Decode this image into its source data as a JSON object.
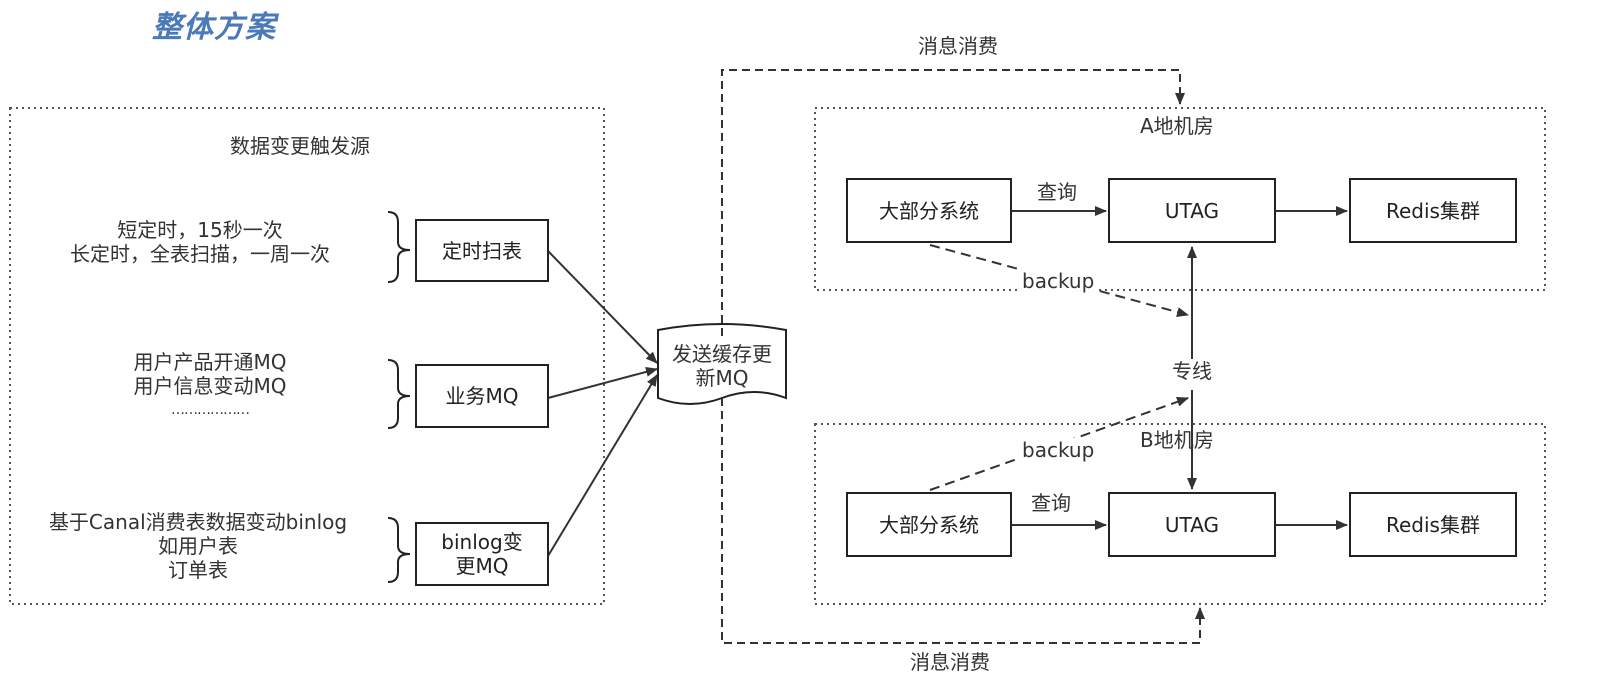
{
  "title": "整体方案",
  "left_group": {
    "title": "数据变更触发源",
    "rows": [
      {
        "desc": [
          "短定时，15秒一次",
          "长定时，全表扫描，一周一次"
        ],
        "box": "定时扫表"
      },
      {
        "desc": [
          "用户产品开通MQ",
          "用户信息变动MQ",
          "………………"
        ],
        "box": "业务MQ"
      },
      {
        "desc": [
          "基于Canal消费表数据变动binlog",
          "如用户表",
          "订单表"
        ],
        "box": "binlog变更MQ"
      }
    ]
  },
  "center_node": [
    "发送缓存更",
    "新MQ"
  ],
  "consume_label": "消息消费",
  "datacenters": [
    {
      "name": "A地机房",
      "system": "大部分系统",
      "query": "查询",
      "utag": "UTAG",
      "redis": "Redis集群",
      "backup": "backup"
    },
    {
      "name": "B地机房",
      "system": "大部分系统",
      "query": "查询",
      "utag": "UTAG",
      "redis": "Redis集群",
      "backup": "backup"
    }
  ],
  "dedicated_line": "专线",
  "colors": {
    "title": "#4a7ab7",
    "line": "#333333",
    "dotted": "#555555"
  }
}
